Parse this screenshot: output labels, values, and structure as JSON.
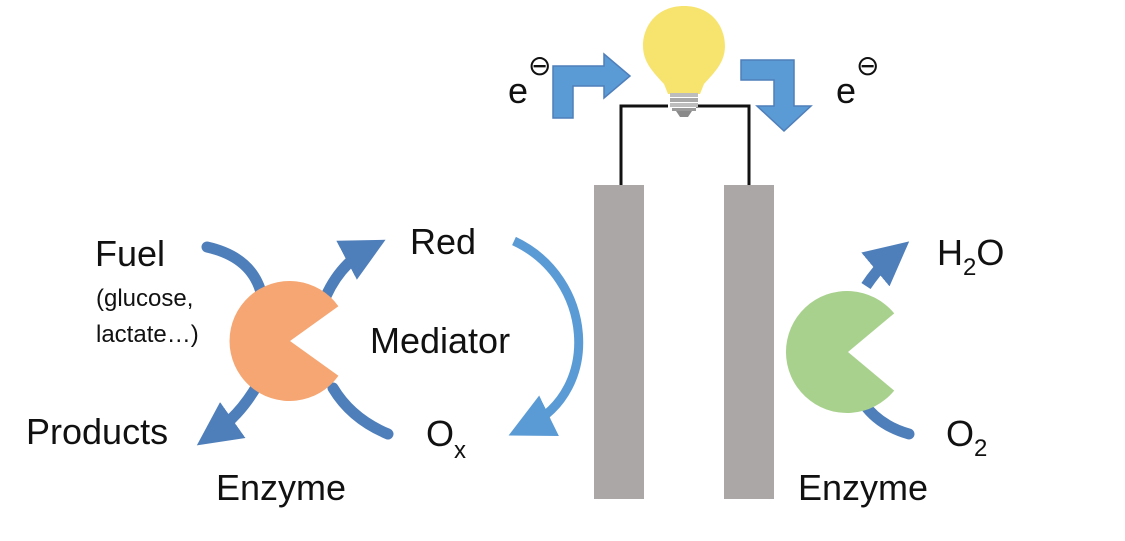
{
  "electron_left": {
    "base": "e",
    "charge": "⊖"
  },
  "electron_right": {
    "base": "e",
    "charge": "⊖"
  },
  "fuel": {
    "label": "Fuel",
    "examples_line1": "(glucose,",
    "examples_line2": "lactate…)"
  },
  "products_label": "Products",
  "enzyme_left_label": "Enzyme",
  "enzyme_right_label": "Enzyme",
  "mediator": {
    "label": "Mediator",
    "reduced": "Red",
    "oxidized_base": "O",
    "oxidized_sub": "x"
  },
  "water": {
    "prefix": "H",
    "sub": "2",
    "suffix": "O"
  },
  "oxygen": {
    "base": "O",
    "sub": "2"
  },
  "colors": {
    "arrow_blue": "#4f7fba",
    "arrow_light_blue": "#5b9bd5",
    "enzyme_anode": "#f5a672",
    "enzyme_cathode": "#a9d18e",
    "electrode_gray": "#aba7a7",
    "bulb_yellow": "#f7e46f",
    "wire": "#111111"
  },
  "icons": {
    "bulb": "light-bulb-icon"
  }
}
